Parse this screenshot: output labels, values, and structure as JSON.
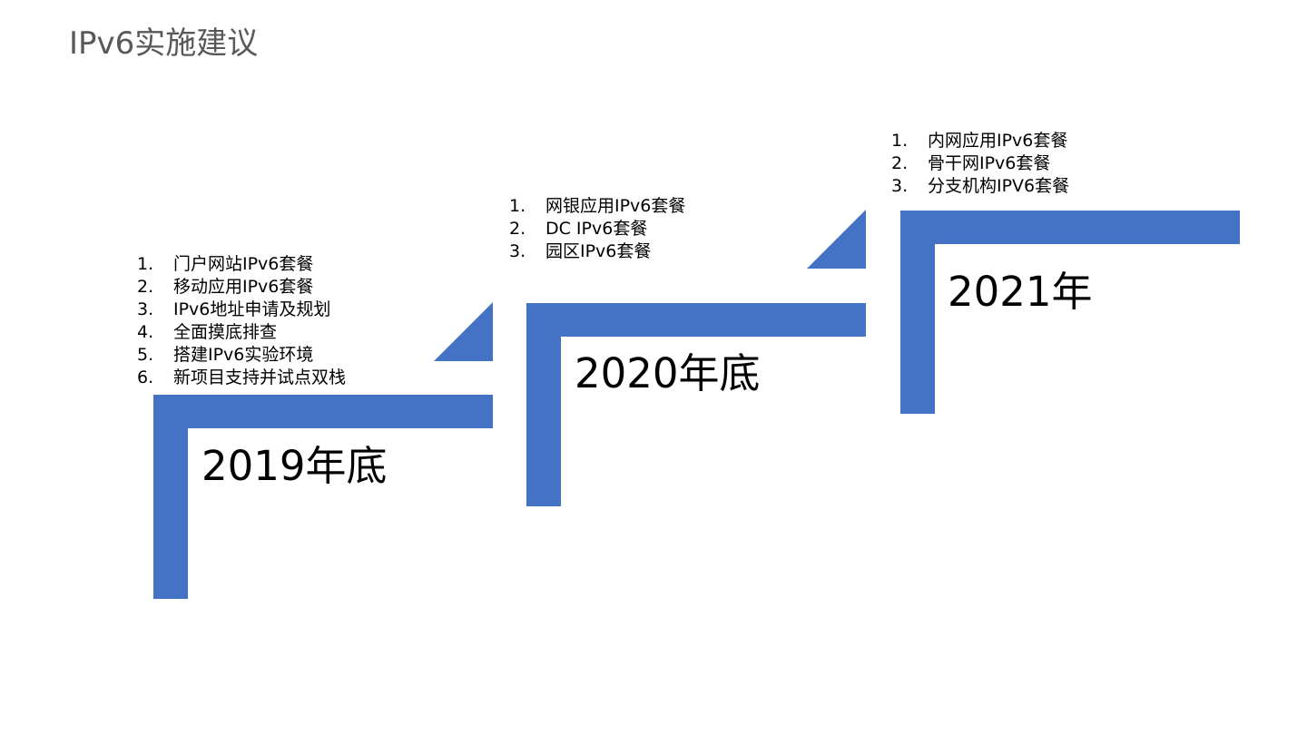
{
  "slide": {
    "title": "IPv6实施建议",
    "accent_color": "#4472C4"
  },
  "stages": [
    {
      "year_label": "2019年底",
      "items": [
        {
          "num": "1.",
          "text": "门户网站IPv6套餐"
        },
        {
          "num": "2.",
          "text": "移动应用IPv6套餐"
        },
        {
          "num": "3.",
          "text": "IPv6地址申请及规划"
        },
        {
          "num": "4.",
          "text": "全面摸底排查"
        },
        {
          "num": "5.",
          "text": "搭建IPv6实验环境"
        },
        {
          "num": "6.",
          "text": "新项目支持并试点双栈"
        }
      ]
    },
    {
      "year_label": "2020年底",
      "items": [
        {
          "num": "1.",
          "text": "网银应用IPv6套餐"
        },
        {
          "num": "2.",
          "text": "DC IPv6套餐"
        },
        {
          "num": "3.",
          "text": "园区IPv6套餐"
        }
      ]
    },
    {
      "year_label": "2021年",
      "items": [
        {
          "num": "1.",
          "text": "内网应用IPv6套餐"
        },
        {
          "num": "2.",
          "text": "骨干网IPv6套餐"
        },
        {
          "num": "3.",
          "text": "分支机构IPV6套餐"
        }
      ]
    }
  ]
}
